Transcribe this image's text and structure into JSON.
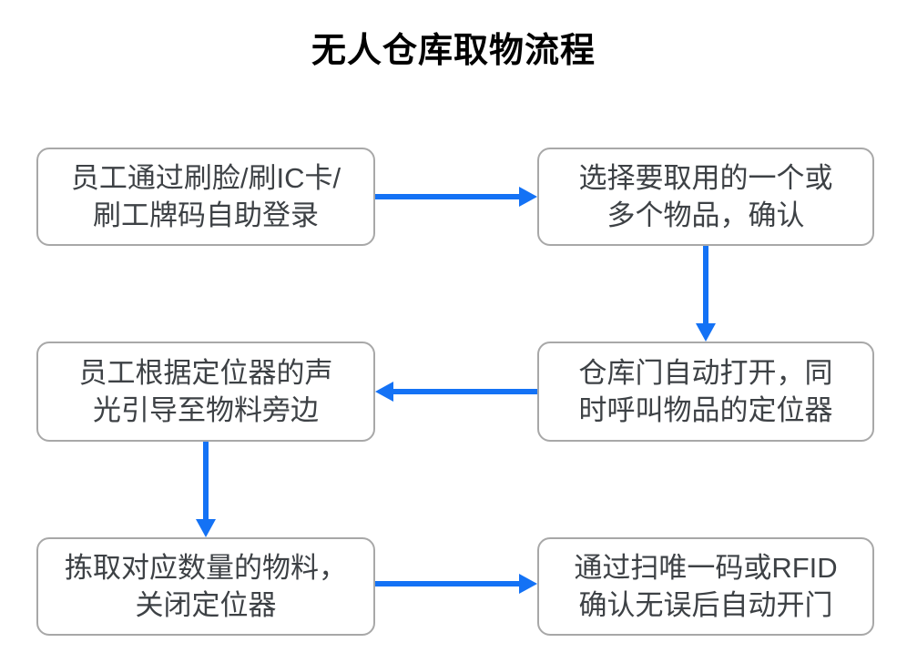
{
  "title": "无人仓库取物流程",
  "colors": {
    "arrow_blue": "#1472f5",
    "box_border": "#a8a8a8",
    "box_text": "#3d4145",
    "title_text": "#000000",
    "background": "#ffffff"
  },
  "steps": [
    {
      "id": "login",
      "lines": [
        "员工通过刷脸/刷IC卡/",
        "刷工牌码自助登录"
      ]
    },
    {
      "id": "select-items",
      "lines": [
        "选择要取用的一个或",
        "多个物品，确认"
      ]
    },
    {
      "id": "door-open-call-locator",
      "lines": [
        "仓库门自动打开，同",
        "时呼叫物品的定位器"
      ]
    },
    {
      "id": "guided-to-material",
      "lines": [
        "员工根据定位器的声",
        "光引导至物料旁边"
      ]
    },
    {
      "id": "pick-and-close-locator",
      "lines": [
        "拣取对应数量的物料，",
        "关闭定位器"
      ]
    },
    {
      "id": "scan-confirm-open-door",
      "lines": [
        "通过扫唯一码或RFID",
        "确认无误后自动开门"
      ]
    }
  ],
  "connections": [
    {
      "from": "login",
      "to": "select-items",
      "direction": "right"
    },
    {
      "from": "select-items",
      "to": "door-open-call-locator",
      "direction": "down"
    },
    {
      "from": "door-open-call-locator",
      "to": "guided-to-material",
      "direction": "left"
    },
    {
      "from": "guided-to-material",
      "to": "pick-and-close-locator",
      "direction": "down"
    },
    {
      "from": "pick-and-close-locator",
      "to": "scan-confirm-open-door",
      "direction": "right"
    }
  ]
}
